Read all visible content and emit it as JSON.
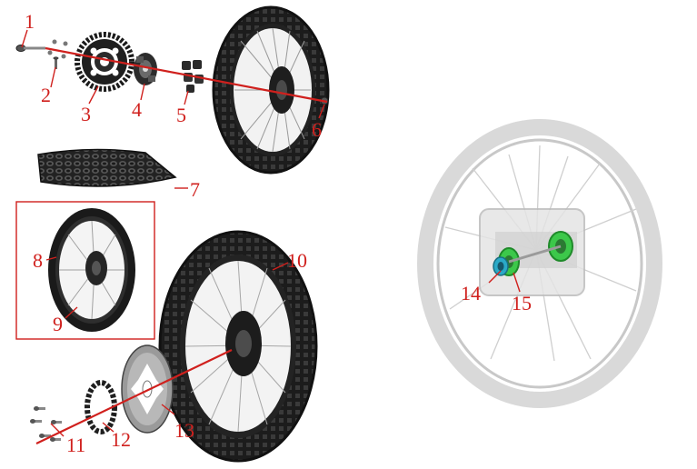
{
  "callouts": {
    "p1": "1",
    "p2": "2",
    "p3": "3",
    "p4": "4",
    "p5": "5",
    "p6": "6",
    "p7": "7",
    "p8": "8",
    "p9": "9",
    "p10": "10",
    "p11": "11",
    "p12": "12",
    "p13": "13",
    "p14": "14",
    "p15": "15"
  },
  "colors": {
    "callout": "#d0201d",
    "tire": "#1c1c1c",
    "rim": "#2a2a2a",
    "spoke": "#b8b8b8",
    "bearing": "#3cc84a",
    "ghost": "#d6d6d6"
  }
}
